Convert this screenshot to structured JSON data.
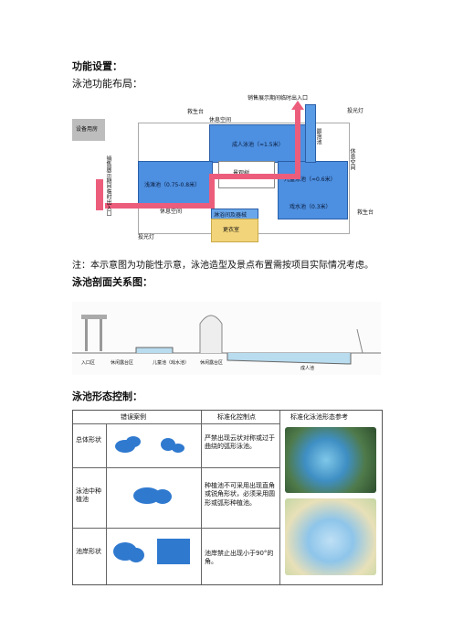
{
  "heading_func": "功能设置：",
  "sub_layout": "泳池功能布局：",
  "diagram": {
    "equipment_room": "设备用房",
    "lifeguard_top": "救生台",
    "rest_top": "休息空间",
    "sales_entry": "销售展示期间临时出入口",
    "light_top": "投光灯",
    "adult_pool": "成人泳池（≈1.5米）",
    "hotbath": "最泡池",
    "landscape_tree": "景观树",
    "shallow_pool": "浅滩池（0.75-0.8米）",
    "kids_pool": "儿童泳池（≈0.6米）",
    "play_pool": "戏水池（0.3米）",
    "rest_left": "休息空间",
    "rest_right": "休息空间",
    "shower": "淋浴间及器械",
    "changing": "更衣室",
    "light_bottom": "投光灯",
    "lifeguard_right": "救生台",
    "sales_side": "销售展示期间临时出入口"
  },
  "note": "注：本示意图为功能性示意，泳池造型及景点布置需按项目实际情况考虑。",
  "heading_section": "泳池剖面关系图：",
  "section_labels": [
    "入口区",
    "休闲露台区",
    "儿童池（戏水池）",
    "休闲露台区",
    "成人池"
  ],
  "heading_shape": "泳池形态控制：",
  "table": {
    "headers": [
      "错误案例",
      "标准化控制点",
      "标准化泳池形态参考"
    ],
    "rows": [
      {
        "label": "总体形状",
        "rule": "严禁出现云状对称或过于曲绕的弧形泳池。"
      },
      {
        "label": "泳池中种植池",
        "rule": "种植池不可采用出现直角或锐角形状，必须采用圆形或弧形种植池。"
      },
      {
        "label": "池岸形状",
        "rule": "池岸禁止出现小于90°的角。"
      }
    ]
  }
}
